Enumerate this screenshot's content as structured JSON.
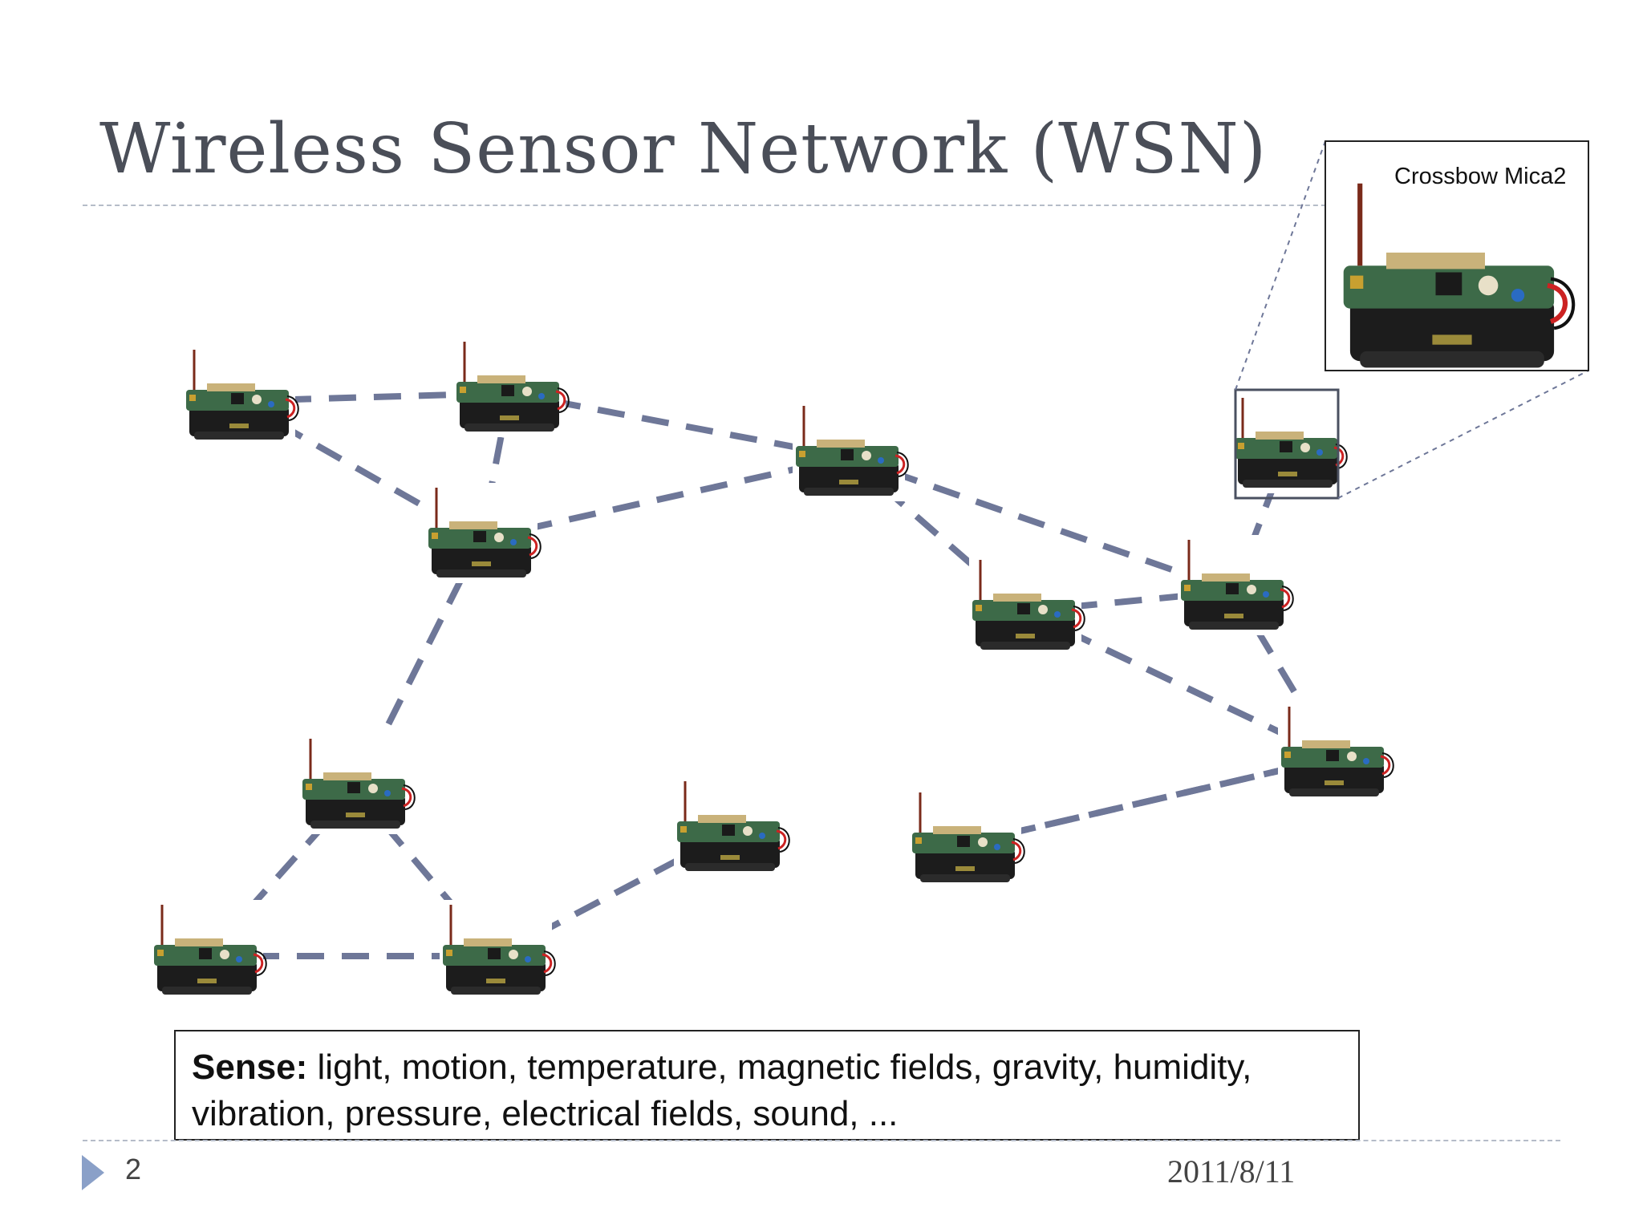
{
  "slide": {
    "title": "Wireless Sensor Network (WSN)",
    "page_number": "2",
    "date": "2011/8/11"
  },
  "inset": {
    "label": "Crossbow Mica2"
  },
  "sense_box": {
    "lead": "Sense:",
    "line1": " light, motion, temperature, magnetic fields, gravity, humidity,",
    "line2": "vibration, pressure, electrical fields, sound, ..."
  },
  "network": {
    "node_icon": "sensor-mote-icon",
    "link_color": "#6e7798",
    "node_ids": [
      "n1",
      "n2",
      "n3",
      "n4",
      "n5",
      "n6",
      "n7",
      "n8",
      "n9",
      "n10",
      "n11",
      "n12",
      "n13",
      "n14",
      "n15"
    ],
    "links": [
      [
        "n1",
        "n2"
      ],
      [
        "n1",
        "n3"
      ],
      [
        "n2",
        "n3"
      ],
      [
        "n2",
        "n4"
      ],
      [
        "n3",
        "n4"
      ],
      [
        "n3",
        "n6"
      ],
      [
        "n4",
        "n7"
      ],
      [
        "n4",
        "n8"
      ],
      [
        "n7",
        "n8"
      ],
      [
        "n7",
        "n10"
      ],
      [
        "n7",
        "n13"
      ],
      [
        "n8",
        "n5"
      ],
      [
        "n8",
        "n10"
      ],
      [
        "n10",
        "n11"
      ],
      [
        "n10",
        "n13"
      ],
      [
        "n6",
        "n9"
      ],
      [
        "n6",
        "n14"
      ],
      [
        "n9",
        "n14"
      ],
      [
        "n14",
        "n12"
      ],
      [
        "n12",
        "n15"
      ],
      [
        "n11",
        "n13"
      ],
      [
        "n15",
        "n12"
      ]
    ],
    "highlighted_node": "n5"
  }
}
